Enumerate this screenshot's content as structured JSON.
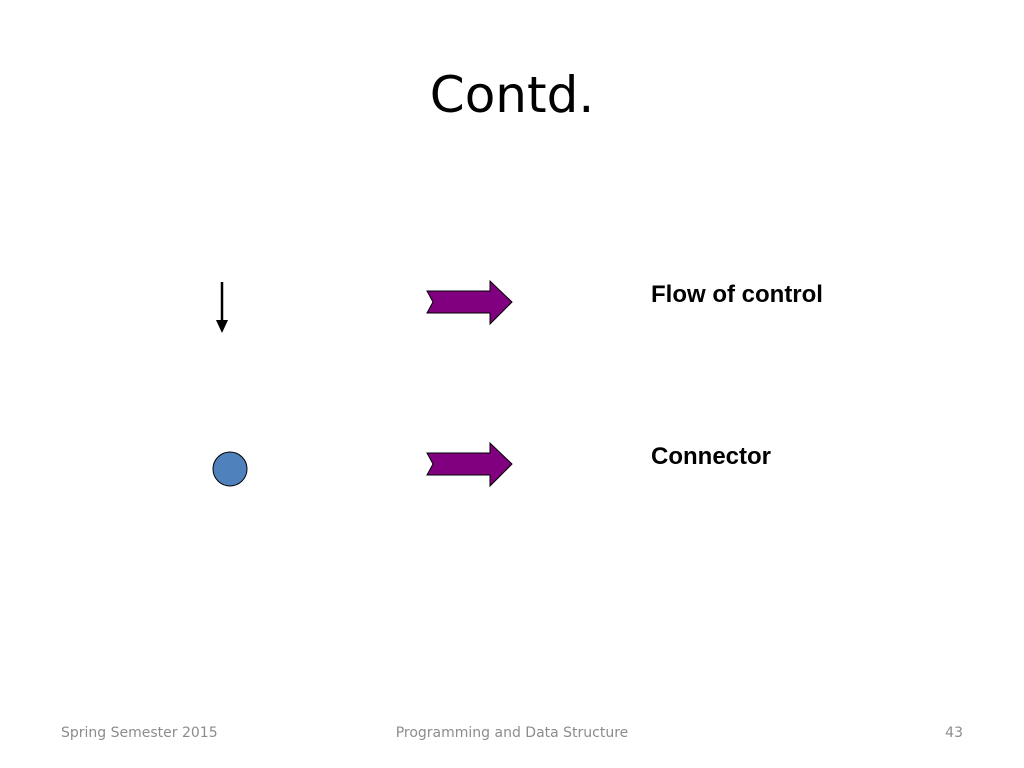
{
  "slide": {
    "title": "Contd.",
    "rows": [
      {
        "symbol": "arrow-down",
        "label": "Flow of control"
      },
      {
        "symbol": "circle",
        "label": "Connector"
      }
    ],
    "colors": {
      "pointer_arrow_fill": "#800080",
      "connector_fill": "#4f81bd",
      "stroke": "#000000"
    }
  },
  "footer": {
    "left": "Spring Semester 2015",
    "center": "Programming and Data Structure",
    "page_number": "43"
  }
}
